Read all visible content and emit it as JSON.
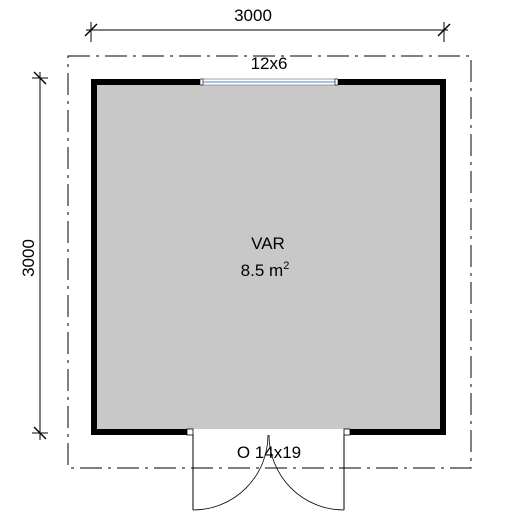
{
  "dimensions": {
    "width_label": "3000",
    "height_label": "3000"
  },
  "room": {
    "name": "VAR",
    "area_value": "8.5 m",
    "area_superscript": "2"
  },
  "openings": {
    "window_label": "12x6",
    "door_label": "O 14x19"
  },
  "colors": {
    "room_fill": "#c8c8c8",
    "wall": "#000000",
    "window_glass": "#b8d4e8",
    "line": "#000000"
  }
}
